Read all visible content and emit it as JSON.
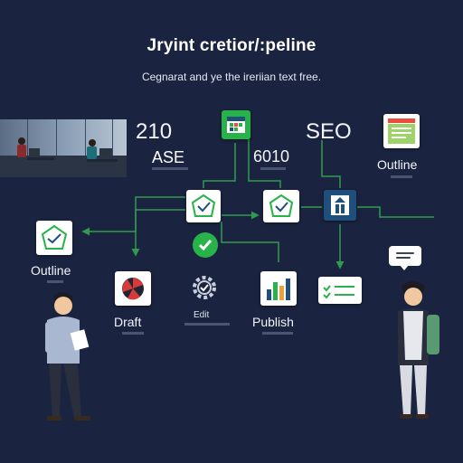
{
  "header": {
    "title": "Jryint cretior/:peline",
    "subtitle": "Cegnarat and ye the ireriian text free."
  },
  "stats": {
    "left_number": "210",
    "left_label": "ASE",
    "center_number": "6010",
    "seo_label": "SEO"
  },
  "nodes": {
    "outline_left": "Outline",
    "outline_right": "Outline",
    "draft": "Draft",
    "edit": "Edit",
    "publish": "Publish"
  },
  "colors": {
    "background": "#1a2440",
    "connector": "#2f9c4d",
    "accent_green": "#27b24a",
    "accent_blue": "#1f4f7a"
  },
  "icons": [
    "calendar-icon",
    "document-check-icon",
    "checkmark-icon",
    "gear-icon",
    "building-icon",
    "chart-icon",
    "chat-icon",
    "target-icon",
    "outline-doc-icon"
  ]
}
